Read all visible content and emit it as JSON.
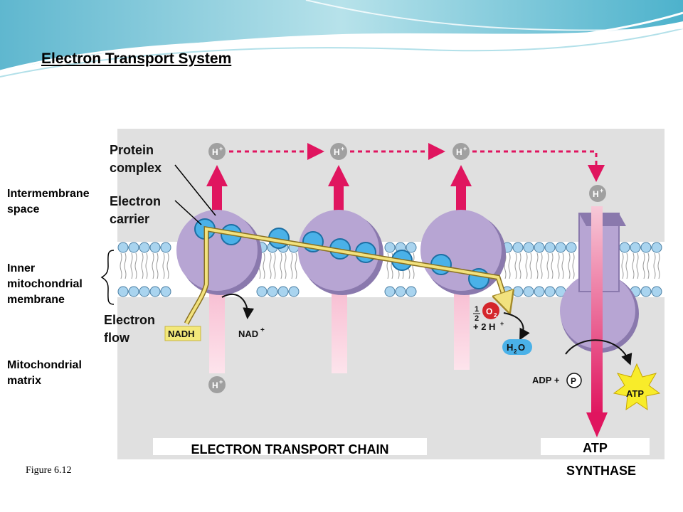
{
  "title": "Electron Transport System",
  "side_labels": {
    "intermembrane": [
      "Intermembrane",
      "space"
    ],
    "inner_membrane": [
      "Inner",
      "mitochondrial",
      "membrane"
    ],
    "matrix": [
      "Mitochondrial",
      "matrix"
    ]
  },
  "diagram_labels": {
    "protein_complex": [
      "Protein",
      "complex"
    ],
    "electron_carrier": [
      "Electron",
      "carrier"
    ],
    "electron_flow": [
      "Electron",
      "flow"
    ]
  },
  "molecules": {
    "h_plus": "H",
    "nadh": "NADH",
    "nad_plus": "NAD",
    "half": "1",
    "half_den": "2",
    "o2": "O",
    "plus_2h": "+ 2 H",
    "water": "H",
    "water_o": "O",
    "adp": "ADP +",
    "p": "P",
    "atp": "ATP"
  },
  "bottom_labels": {
    "etc": "ELECTRON TRANSPORT CHAIN",
    "atp_line1": "ATP",
    "atp_line2": "SYNTHASE"
  },
  "caption": "Figure 6.12",
  "colors": {
    "sky": "#a8dce8",
    "panel": "#e0e0e0",
    "membrane_head": "#a9d4ef",
    "protein": "#b7a5d3",
    "carrier": "#4ab1e8",
    "proton_arrow": "#e0155f",
    "electron_path": "#f2e27e",
    "nadh_box": "#f3e87a",
    "atp_star": "#f8ec2a",
    "o2_red": "#d4252b",
    "h_grey": "#a0a0a0"
  }
}
